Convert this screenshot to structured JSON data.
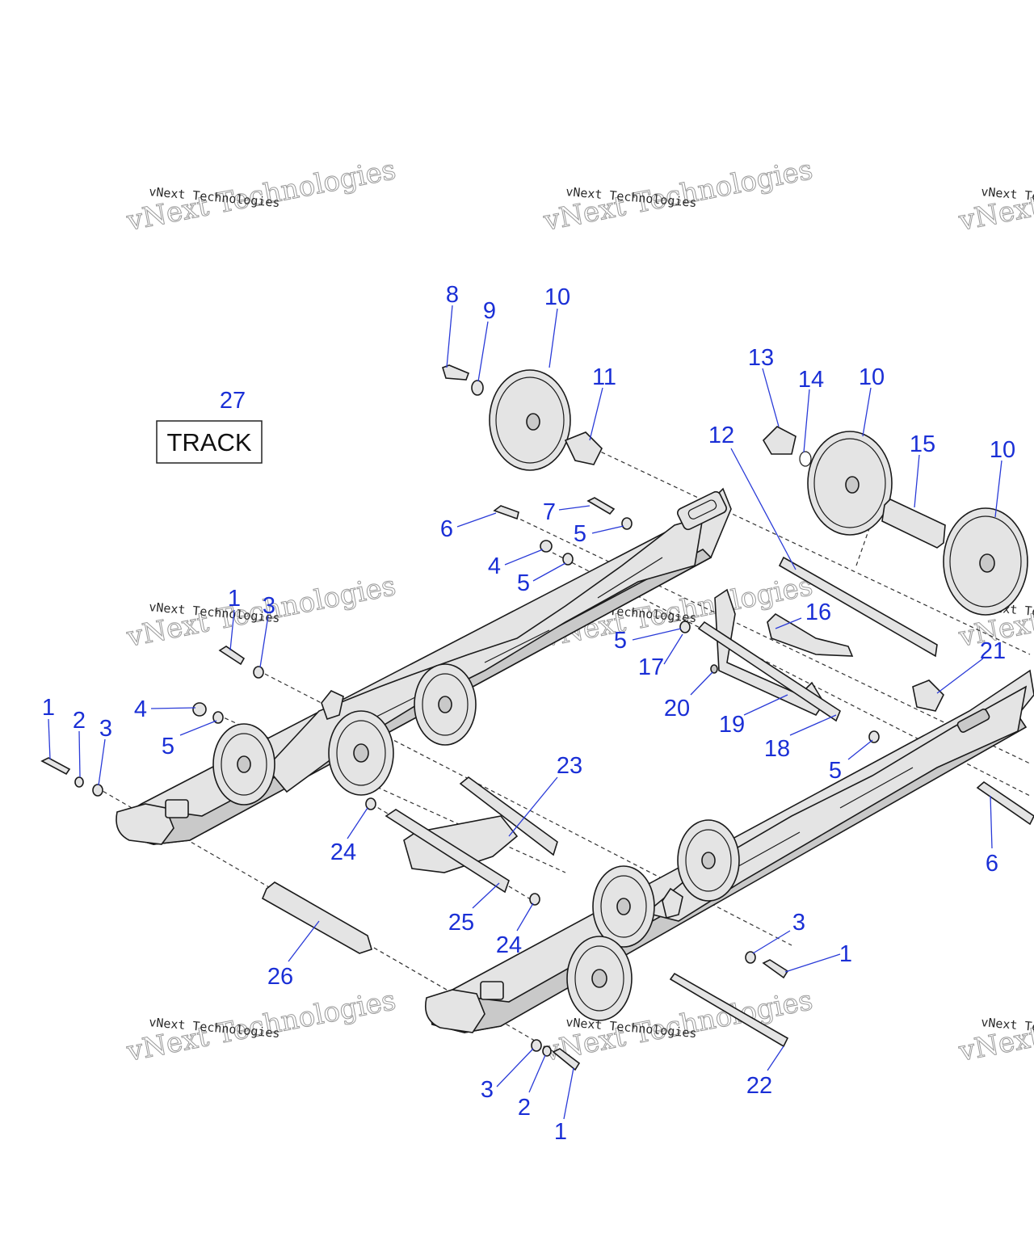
{
  "track_label": "TRACK",
  "watermark": {
    "big": "vNext Technologies",
    "small": "vNext Technologies"
  },
  "callouts": {
    "c1": "8",
    "c2": "9",
    "c3": "10",
    "c4": "11",
    "c5": "13",
    "c6": "14",
    "c7": "10",
    "c8": "15",
    "c9": "10",
    "c10": "12",
    "c11": "27",
    "c12": "7",
    "c13": "6",
    "c14": "5",
    "c15": "4",
    "c16": "5",
    "c17": "16",
    "c18": "5",
    "c19": "21",
    "c20": "17",
    "c21": "20",
    "c22": "19",
    "c23": "18",
    "c24": "5",
    "c25": "1",
    "c26": "3",
    "c27": "1",
    "c28": "2",
    "c29": "3",
    "c30": "4",
    "c31": "5",
    "c32": "6",
    "c33": "23",
    "c34": "24",
    "c35": "25",
    "c36": "24",
    "c37": "26",
    "c38": "3",
    "c39": "1",
    "c40": "22",
    "c41": "3",
    "c42": "2",
    "c43": "1"
  }
}
